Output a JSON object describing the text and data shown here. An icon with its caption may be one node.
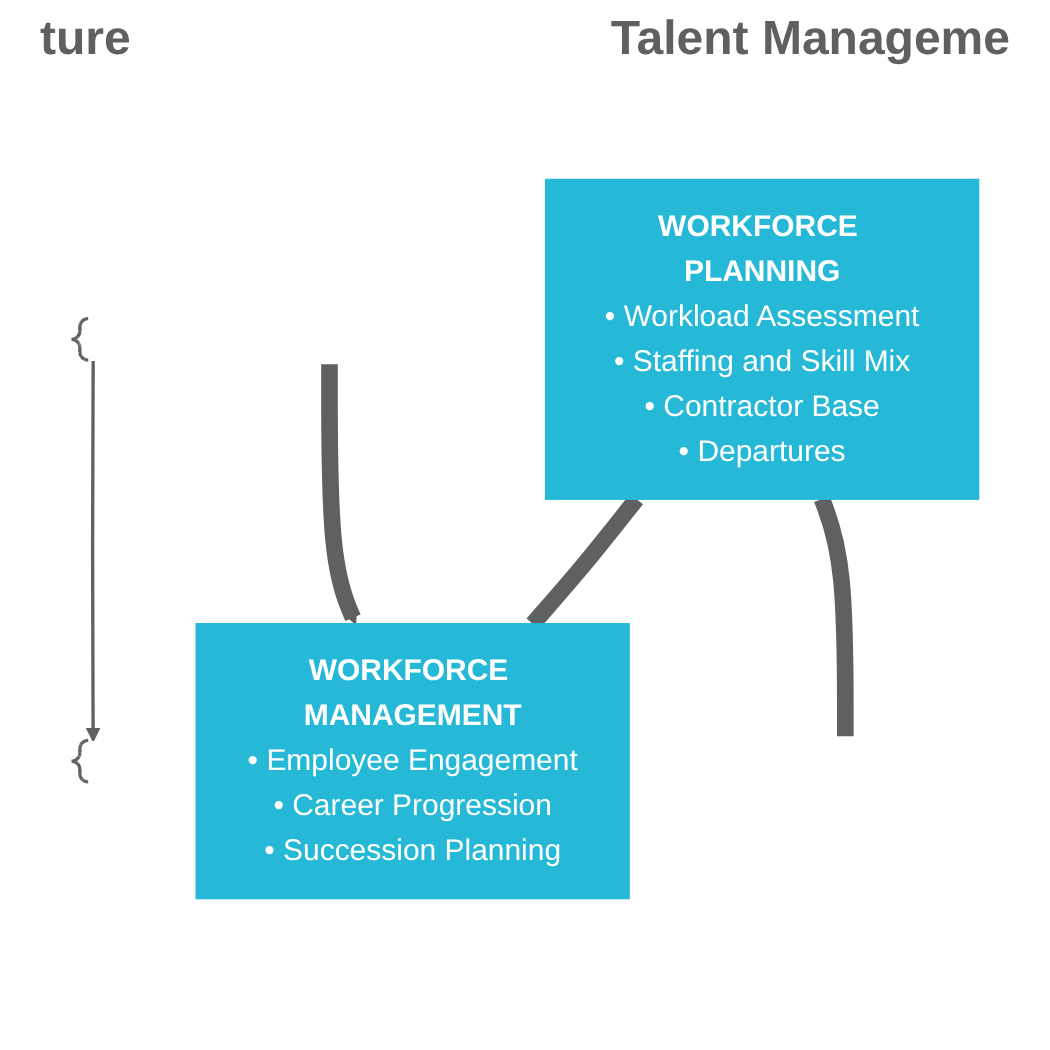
{
  "diagram": {
    "nodes": [
      {
        "text": [],
        "shape": "bar"
      },
      {
        "text": [],
        "shape": "bar"
      },
      {
        "text": [
          "WORKFORCE PLANNING",
          "• Workload Assessment",
          "• Staffing and Skill Mix",
          "• Contractor Base",
          "• Departures"
        ]
      },
      {
        "text": [
          "WORKFORCE MANAGEMENT",
          "• Employee Engagement",
          "• Career Progression",
          "• Succession Planning"
        ]
      }
    ],
    "edges": [
      {
        "from": 0,
        "to": 1,
        "arrow": "to"
      },
      {
        "from": 2,
        "to": 3,
        "arrow": "none"
      },
      {
        "from": 2,
        "to": null,
        "arrow": "none"
      },
      {
        "from": null,
        "to": 3,
        "arrow": "to"
      }
    ],
    "labels": [
      "ture",
      "Talent Manageme"
    ]
  }
}
